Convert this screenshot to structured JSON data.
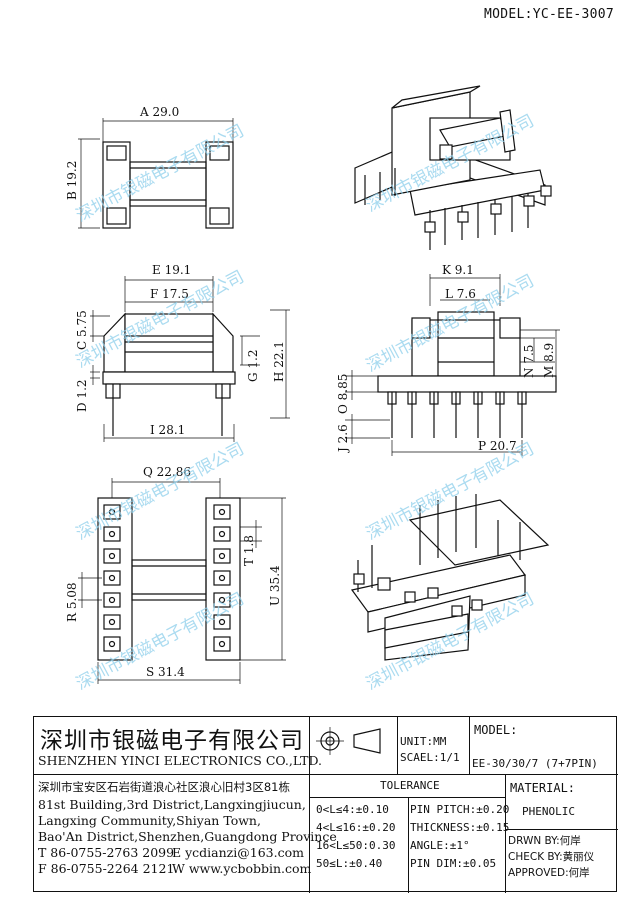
{
  "header": {
    "model": "MODEL:YC-EE-3007"
  },
  "dimensions": {
    "A": "A 29.0",
    "B": "B 19.2",
    "E": "E 19.1",
    "F": "F 17.5",
    "C": "C 5.75",
    "D": "D 1.2",
    "G": "G 1.2",
    "H": "H 22.1",
    "I": "I 28.1",
    "K": "K 9.1",
    "L": "L 7.6",
    "N": "N 7.5",
    "M": "M 8.9",
    "O": "O 8.85",
    "J": "J 2.6",
    "P": "P 20.7",
    "Q": "Q 22.86",
    "T": "T 1.8",
    "R": "R 5.08",
    "U": "U 35.4",
    "S": "S 31.4"
  },
  "watermark": "深圳市银磁电子有限公司",
  "title_block": {
    "company_cn": "深圳市银磁电子有限公司",
    "company_en": "SHENZHEN YINCI ELECTRONICS CO.,LTD.",
    "address_cn": "深圳市宝安区石岩街道浪心社区浪心旧村3区81栋",
    "address_lines": [
      "81st Building,3rd District,Langxingjiucun,",
      "Langxing Community,Shiyan Town,",
      "Bao'An District,Shenzhen,Guangdong Province"
    ],
    "phone": "T 86-0755-2763 2099",
    "email": "E ycdianzi@163.com",
    "fax": "F 86-0755-2264 2121",
    "web": "W www.ycbobbin.com",
    "unit": "UNIT:MM",
    "scale": "SCAEL:1/1",
    "model_label": "MODEL:",
    "model_value": "EE-30/30/7 (7+7PIN)",
    "tolerance_title": "TOLERANCE",
    "tolerance_rows": [
      "0<L≤4:±0.10",
      "4<L≤16:±0.20",
      "16<L≤50:0.30",
      "50≤L:±0.40"
    ],
    "pin_rows": [
      "PIN PITCH:±0.20",
      "THICKNESS:±0.15",
      "ANGLE:±1°",
      "PIN DIM:±0.05"
    ],
    "material_label": "MATERIAL:",
    "material_value": "PHENOLIC",
    "drawn": "DRWN BY:何岸",
    "check": "CHECK BY:黄丽仪",
    "approved": "APPROVED:何岸"
  }
}
